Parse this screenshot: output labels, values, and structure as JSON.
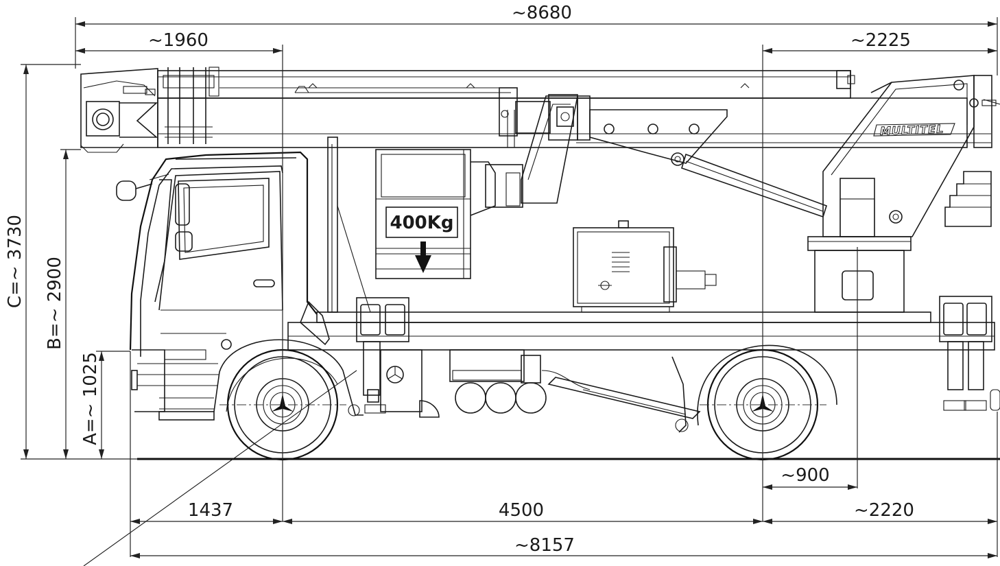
{
  "dimensions": {
    "overall_length_top": "~8680",
    "front_overhang_boom": "~1960",
    "rear_overhang_boom": "~2225",
    "height_c": "C=~ 3730",
    "height_b": "B=~ 2900",
    "height_a": "A=~ 1025",
    "rear_offset": "~900",
    "front_overhang": "1437",
    "wheelbase": "4500",
    "rear_overhang": "~2220",
    "overall_length_bottom": "~8157"
  },
  "platform": {
    "load_label": "400Kg"
  },
  "branding": {
    "manufacturer": "MULTITEL"
  }
}
